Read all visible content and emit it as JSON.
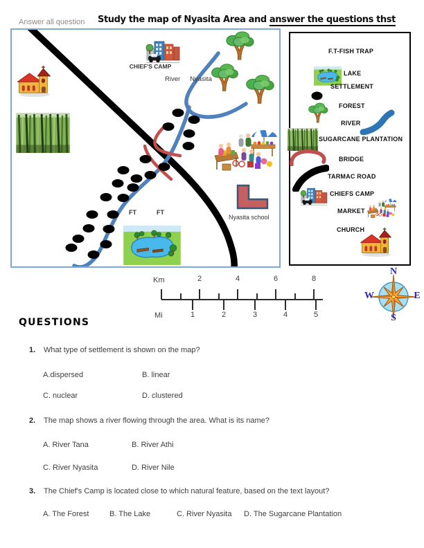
{
  "page": {
    "instruction": "Answer all question",
    "title": "Study the map of Nyasita Area and ",
    "title_underlined": "answer the questions thst"
  },
  "map": {
    "chiefs_camp_label": "CHIEF'S CAMP",
    "river_label_1": "River",
    "river_label_2": "Nyasita",
    "ft_label_1": "FT",
    "ft_label_2": "FT",
    "school_label": "Nyasita school"
  },
  "legend": {
    "items": [
      {
        "label": "F.T-FISH TRAP",
        "icon": "none"
      },
      {
        "label": "LAKE",
        "icon": "lake-image"
      },
      {
        "label": "SETTLEMENT",
        "icon": "black-oval"
      },
      {
        "label": "FOREST",
        "icon": "tree"
      },
      {
        "label": "RIVER",
        "icon": "blue-curve"
      },
      {
        "label": "SUGARCANE PLANTATION",
        "icon": "sugarcane-image"
      },
      {
        "label": "BRIDGE",
        "icon": "red-arc"
      },
      {
        "label": "TARMAC ROAD",
        "icon": "black-curve"
      },
      {
        "label": "CHIEFS CAMP",
        "icon": "buildings-image"
      },
      {
        "label": "MARKET",
        "icon": "market-image"
      },
      {
        "label": "CHURCH",
        "icon": "church-image"
      }
    ]
  },
  "scale": {
    "km_label": "Km",
    "mi_label": "Mi",
    "km_ticks": [
      "2",
      "4",
      "6",
      "8"
    ],
    "mi_ticks": [
      "1",
      "2",
      "3",
      "4",
      "5"
    ]
  },
  "compass": {
    "north": "N",
    "south": "S",
    "east": "E",
    "west": "W"
  },
  "questions": {
    "heading": "QUESTIONS",
    "items": [
      {
        "number": "1.",
        "text": "What type of settlement is shown on the map?",
        "options": [
          "A.dispersed",
          "B. linear",
          "C. nuclear",
          "D. clustered"
        ]
      },
      {
        "number": "2.",
        "text": "The map shows a river flowing through the area. What is its name?",
        "options": [
          "A. River Tana",
          "B. River Athi",
          "C. River Nyasita",
          "D. River Nile"
        ]
      },
      {
        "number": "3.",
        "text": "The Chief's Camp is located close to which natural feature, based on the text layout?",
        "options": [
          "A. The Forest",
          "B. The Lake",
          "C. River Nyasita",
          "D. The Sugarcane Plantation"
        ]
      }
    ]
  },
  "colors": {
    "river": "#4f81bd",
    "road": "#000000",
    "bridge": "#c0504d",
    "map_border": "#7da7d8",
    "school_fill": "#c65f5f",
    "school_stroke": "#3f5575"
  }
}
